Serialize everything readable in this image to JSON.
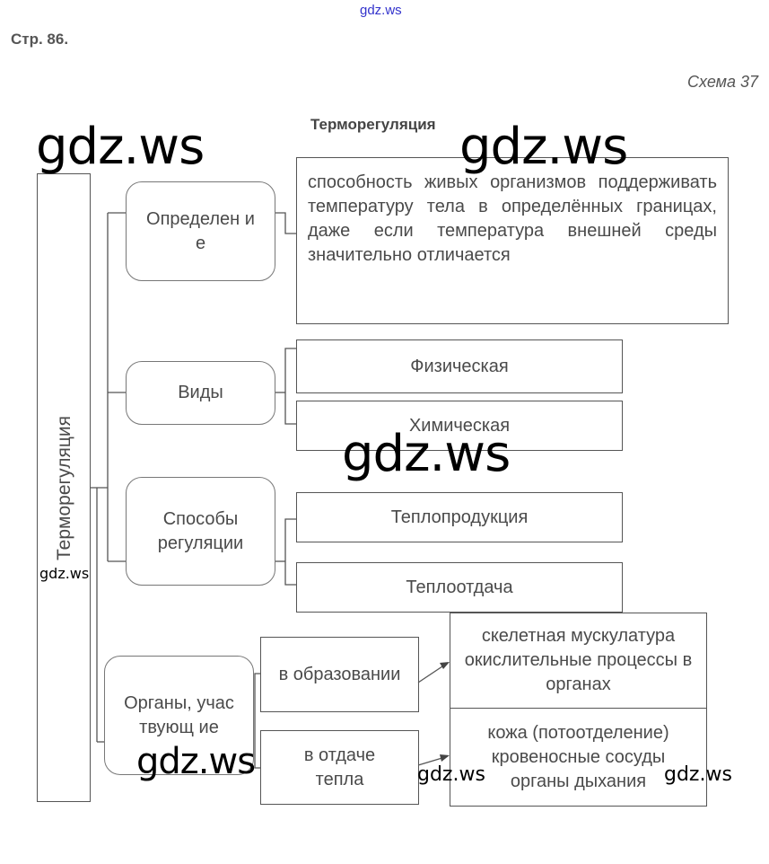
{
  "header": {
    "page": "Стр. 86.",
    "scheme": "Схема 37",
    "title": "Терморегуляция"
  },
  "root": "Терморегуляция",
  "branches": {
    "definition": {
      "label": "Определен ие",
      "text": "способность живых организмов поддерживать температуру тела в определённых границах, даже если температура внешней среды значительно отличается"
    },
    "types": {
      "label": "Виды",
      "items": [
        "Физическая",
        "Химическая"
      ]
    },
    "methods": {
      "label": "Способы регуляции",
      "items": [
        "Теплопродукция",
        "Теплоотдача"
      ]
    },
    "organs": {
      "label": "Органы, участвующ ие",
      "items": [
        {
          "label": "в образовании",
          "detail": "скелетная мускулатура окислительные процессы в органах"
        },
        {
          "label": "в отдаче тепла",
          "detail": "кожа (потоотделение) кровеносные сосуды органы дыхания"
        }
      ]
    }
  },
  "watermark": "gdz.ws",
  "colors": {
    "line": "#555555",
    "text": "#4a4a4a",
    "watermark_top": "#3333cc"
  }
}
